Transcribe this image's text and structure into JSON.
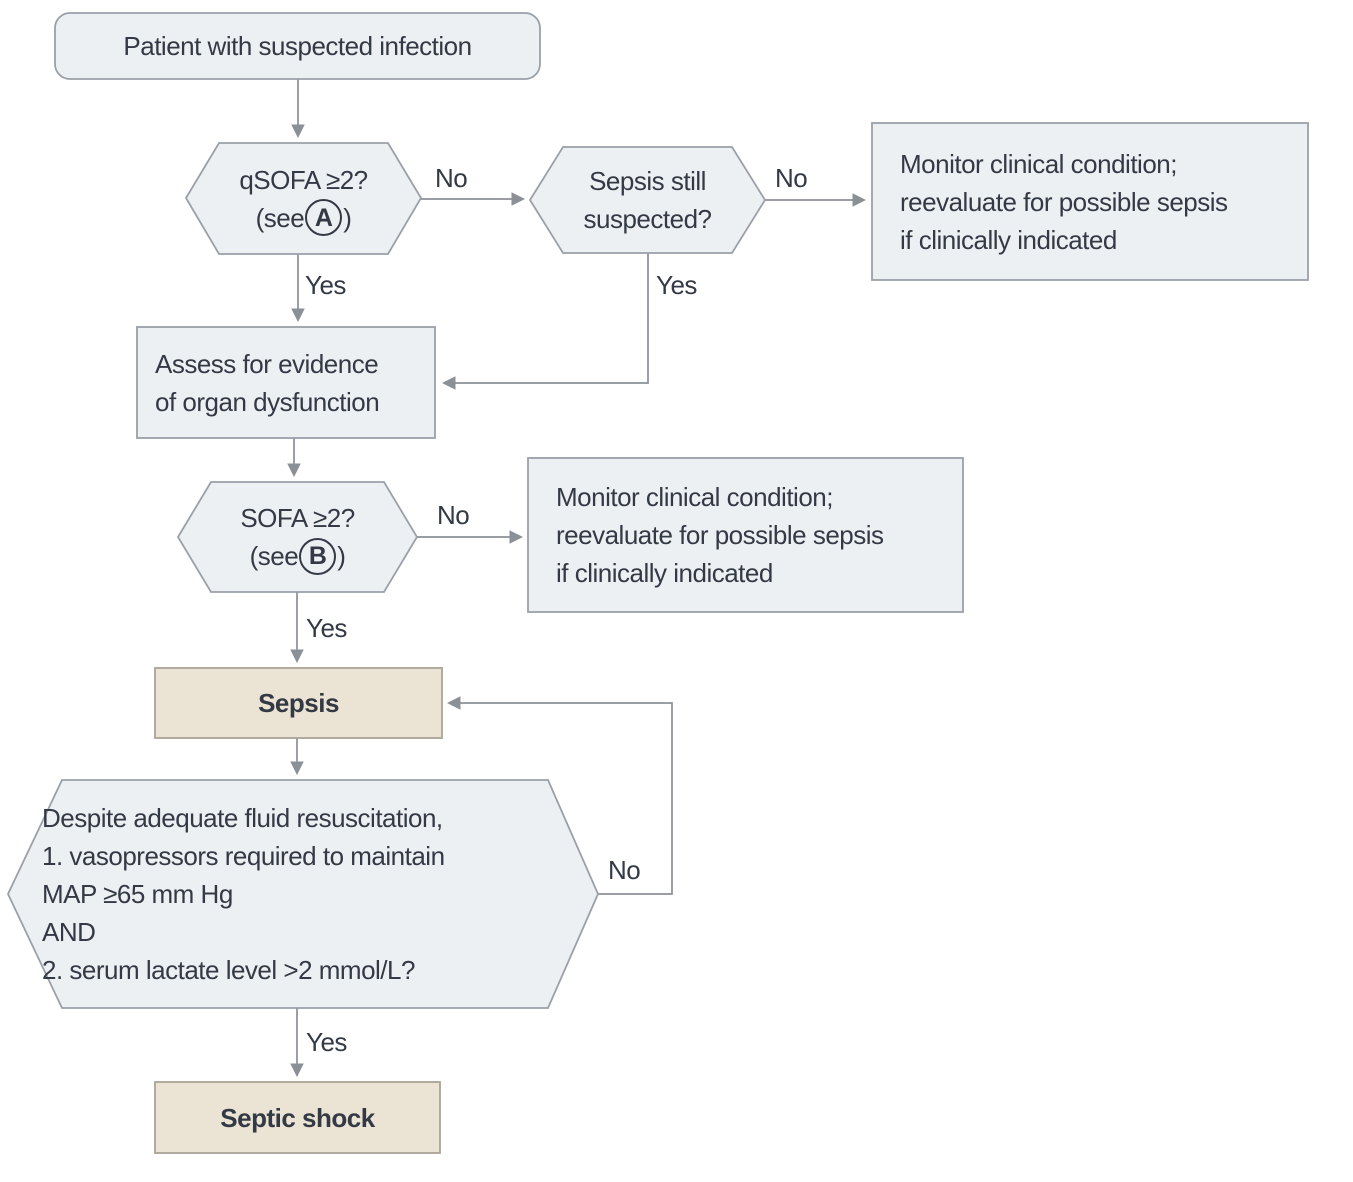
{
  "colors": {
    "background": "#ffffff",
    "node_fill": "#edf0f3",
    "node_border": "#9aa0a8",
    "outcome_fill": "#ebe3d3",
    "outcome_border": "#aaa396",
    "connector": "#8b9097",
    "text": "#333a45"
  },
  "nodes": {
    "start": {
      "label": "Patient with suspected infection"
    },
    "qsofa": {
      "question": "qSOFA ≥2?",
      "see_prefix": "(see",
      "see_letter": "A",
      "see_suffix": ")"
    },
    "sepsis_still_suspected": {
      "lines": [
        "Sepsis still",
        "suspected?"
      ]
    },
    "monitor_top": {
      "lines": [
        "Monitor clinical condition;",
        "reevaluate for possible sepsis",
        "if clinically indicated"
      ]
    },
    "assess": {
      "lines": [
        "Assess for evidence",
        "of organ dysfunction"
      ]
    },
    "sofa": {
      "question": "SOFA ≥2?",
      "see_prefix": "(see",
      "see_letter": "B",
      "see_suffix": ")"
    },
    "monitor_mid": {
      "lines": [
        "Monitor clinical condition;",
        "reevaluate for possible sepsis",
        "if clinically indicated"
      ]
    },
    "sepsis": {
      "label": "Sepsis"
    },
    "shock_criteria": {
      "lines": [
        "Despite adequate fluid resuscitation,",
        "1. vasopressors required to maintain",
        "MAP ≥65 mm Hg",
        "AND",
        "2. serum lactate level >2 mmol/L?"
      ]
    },
    "septic_shock": {
      "label": "Septic shock"
    }
  },
  "edge_labels": {
    "qsofa_no": "No",
    "qsofa_yes": "Yes",
    "sepsis_still_no": "No",
    "sepsis_still_yes": "Yes",
    "sofa_no": "No",
    "sofa_yes": "Yes",
    "criteria_no": "No",
    "criteria_yes": "Yes"
  }
}
